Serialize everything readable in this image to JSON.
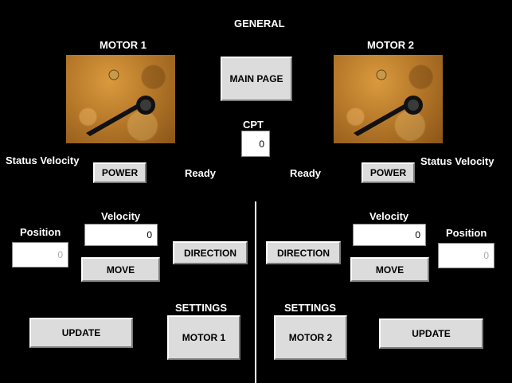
{
  "header": {
    "title": "GENERAL"
  },
  "center": {
    "main_page_button": "MAIN PAGE",
    "cpt_label": "CPT",
    "cpt_value": "0",
    "settings_left_label": "SETTINGS",
    "settings_right_label": "SETTINGS",
    "motor1_settings_button": "MOTOR 1",
    "motor2_settings_button": "MOTOR 2"
  },
  "motor1": {
    "title": "MOTOR 1",
    "status_velocity_label": "Status Velocity",
    "power_button": "POWER",
    "status": "Ready",
    "velocity_label": "Velocity",
    "velocity_value": "0",
    "position_label": "Position",
    "position_value": "0",
    "move_button": "MOVE",
    "direction_button": "DIRECTION",
    "update_button": "UPDATE"
  },
  "motor2": {
    "title": "MOTOR 2",
    "status_velocity_label": "Status Velocity",
    "power_button": "POWER",
    "status": "Ready",
    "velocity_label": "Velocity",
    "velocity_value": "0",
    "position_label": "Position",
    "position_value": "0",
    "move_button": "MOVE",
    "direction_button": "DIRECTION",
    "update_button": "UPDATE"
  }
}
